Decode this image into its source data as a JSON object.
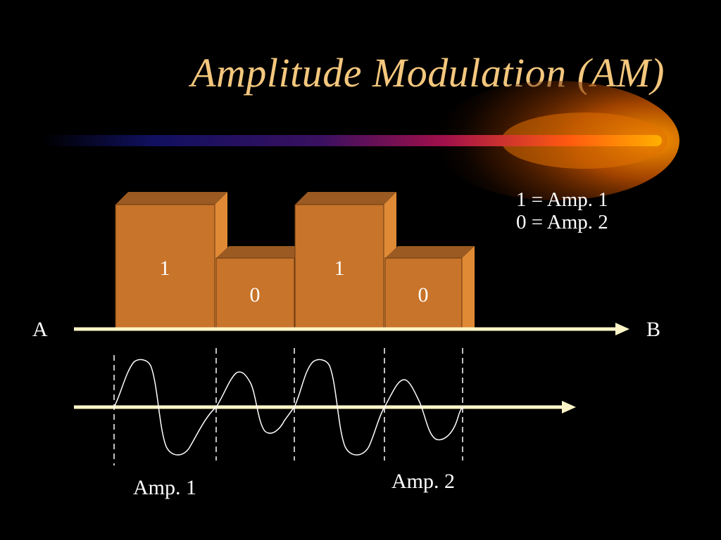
{
  "slide": {
    "title": "Amplitude Modulation (AM)",
    "legend": {
      "line1": "1 = Amp. 1",
      "line2": "0 = Amp. 2"
    },
    "endpoint_start": "A",
    "endpoint_end": "B",
    "amp_label_1": "Amp. 1",
    "amp_label_2": "Amp. 2"
  },
  "bits": [
    "1",
    "0",
    "1",
    "0"
  ],
  "colors": {
    "title": "#f4c77d",
    "bar_front": "#c8742a",
    "bar_top": "#9a5a22",
    "bar_side": "#e08a35",
    "axis": "#fff6c8",
    "wave": "#ffffff",
    "glow": "#ff9a00"
  }
}
